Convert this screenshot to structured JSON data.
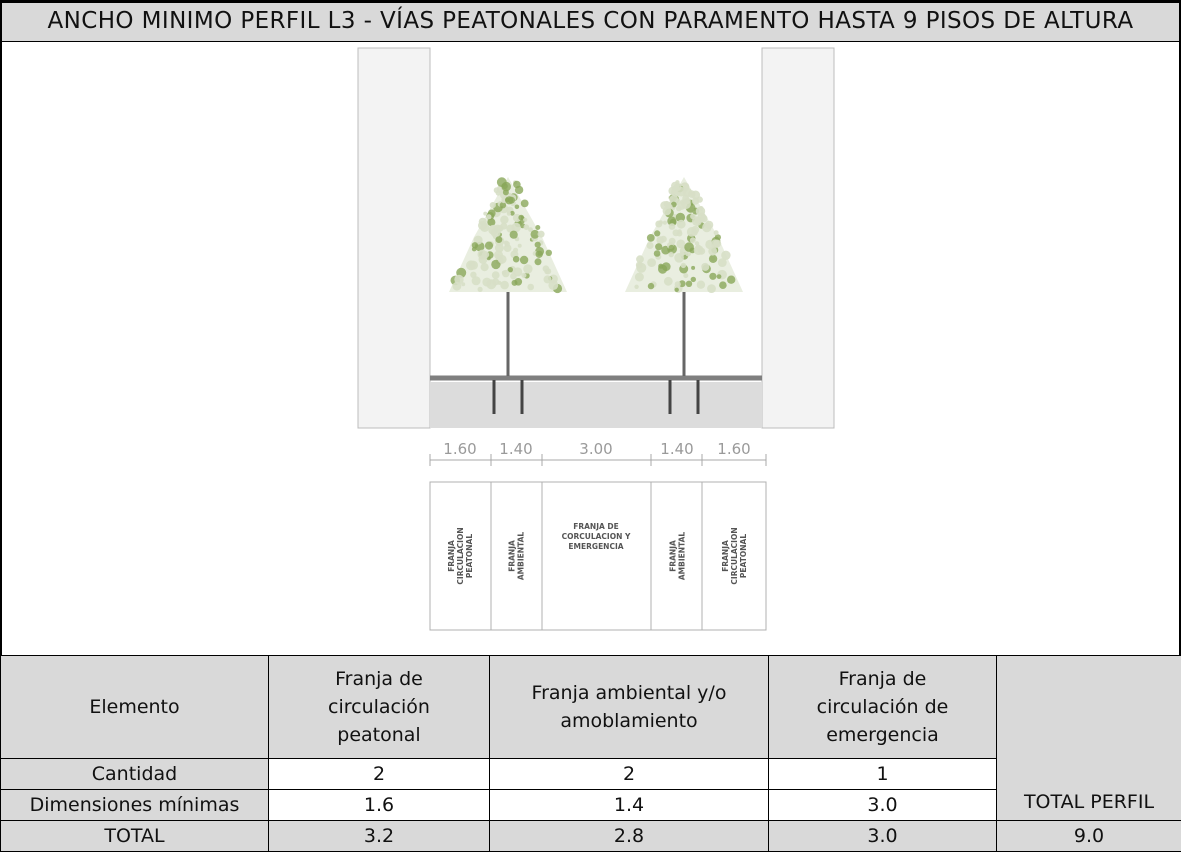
{
  "title": "ANCHO MINIMO PERFIL L3 - VÍAS PEATONALES CON PARAMENTO HASTA 9 PISOS DE ALTURA",
  "section": {
    "dimensions": [
      "1.60",
      "1.40",
      "3.00",
      "1.40",
      "1.60"
    ],
    "strips": [
      [
        "FRANJA",
        "CIRCULACION",
        "PEATONAL"
      ],
      [
        "FRANJA",
        "AMBIENTAL"
      ],
      [
        "FRANJA DE",
        "CORCULACION Y",
        "EMERGENCIA"
      ],
      [
        "FRANJA",
        "AMBIENTAL"
      ],
      [
        "FRANJA",
        "CIRCULACION",
        "PEATONAL"
      ]
    ],
    "colors": {
      "building": "#f2f2f2",
      "ground": "#dcdcdc",
      "foliage": "#8aa85a",
      "line": "#7a7a7a"
    }
  },
  "table": {
    "headers": {
      "elemento": "Elemento",
      "col1": [
        "Franja de",
        "circulación",
        "peatonal"
      ],
      "col2": [
        "Franja ambiental y/o",
        "amoblamiento"
      ],
      "col3": [
        "Franja de",
        "circulación de",
        "emergencia"
      ],
      "total": "TOTAL PERFIL"
    },
    "rows": [
      {
        "label": "Cantidad",
        "values": [
          "2",
          "2",
          "1"
        ]
      },
      {
        "label": "Dimensiones mínimas",
        "values": [
          "1.6",
          "1.4",
          "3.0"
        ]
      }
    ],
    "total_row": {
      "label": "TOTAL",
      "values": [
        "3.2",
        "2.8",
        "3.0"
      ],
      "total": "9.0"
    }
  }
}
